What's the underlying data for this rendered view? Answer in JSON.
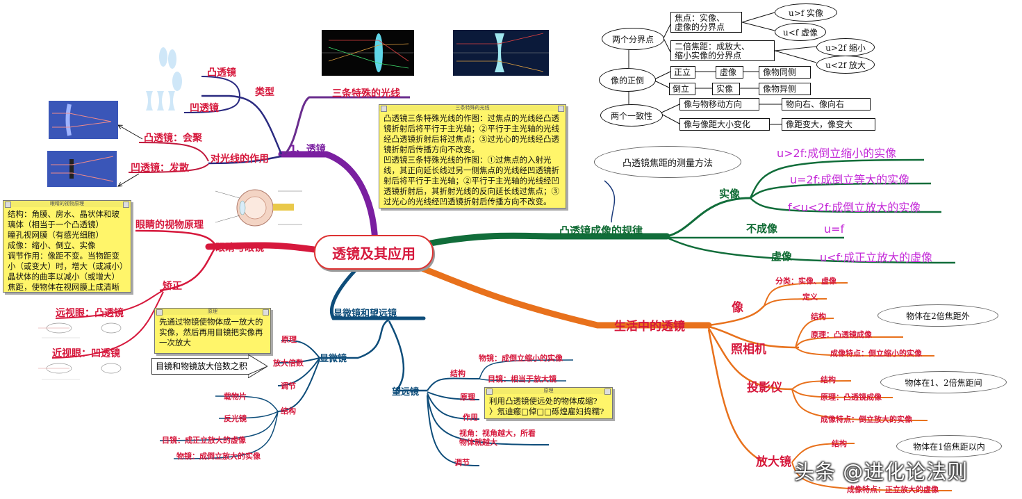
{
  "center": {
    "label": "透镜及其应用"
  },
  "lens_branch": {
    "root": "1、透镜",
    "types": {
      "label": "类型",
      "convex": "凸透镜",
      "concave": "凹透镜"
    },
    "effect": {
      "label": "对光线的作用",
      "convex": "凸透镜：会聚",
      "concave": "凹透镜：发散"
    },
    "three_rays": {
      "label": "三条特殊的光线"
    },
    "note": {
      "title": "三条特殊的光线",
      "text": "凸透镜三条特殊光线的作图：过焦点的光线经凸透镜折射后将平行于主光轴；②平行于主光轴的光线经凸透镜折射后将过焦点；③过光心的光线经凸透镜折射后传播方向不改变。\n凹透镜三条特殊光线的作图：①过焦点的入射光线，其正向延长线过另一侧焦点的光线经凹透镜折射后将平行于主光轴；②平行于主光轴的光线经凹透镜折射后，其折射光线的反向延长线过焦点；③过光心的光线经凹透镜折射后传播方向不改变。"
    }
  },
  "eye_branch": {
    "root": "眼睛与眼镜",
    "principle": "眼睛的视物原理",
    "correct": "矫正",
    "far": "远视眼：凸透镜",
    "near": "近视眼：凹透镜",
    "note": {
      "title": "眼睛的视物原理",
      "text": "结构：角膜、房水、晶状体和玻璃体（相当于一个凸透镜）\n瞳孔视网膜（有感光细胞）\n成像：缩小、倒立、实像\n调节作用：像距不变。当物距变小（或变大）时，增大（或减小）晶状体的曲率以减小（或增大）焦距，使物体在视网膜上成清晰的像\n..."
    }
  },
  "rules_branch": {
    "root": "凸透镜成像的规律",
    "measure": "凸透镜焦距的测量方法",
    "real": {
      "label": "实像",
      "items": [
        "u>2f:成倒立缩小的实像",
        "u=2f:成倒立等大的实像",
        "f<u<2f:成倒立放大的实像"
      ]
    },
    "none": {
      "label": "不成像",
      "item": "u=f"
    },
    "virtual": {
      "label": "虚像",
      "item": "u<f:成正立放大的虚像"
    }
  },
  "summary": {
    "boundary": "两个分界点",
    "focus": "焦点：实像、\n虚像的分界点",
    "focus_a": "u>f 实像",
    "focus_b": "u<f 虚像",
    "double": "二倍焦距：成放大、\n缩小实像的分界点",
    "double_a": "u>2f 缩小",
    "double_b": "u<2f 放大",
    "orientation": "像的正倒",
    "upright": "正立",
    "virtual_img": "虚像",
    "same_side": "像物同侧",
    "inverted": "倒立",
    "real_img": "实像",
    "opposite_side": "像物异侧",
    "consistency": "两个一致性",
    "move_dir": "像与物移动方向",
    "move_res": "物向右、像向右",
    "size_change": "像与像距大小变化",
    "size_res": "像距变大，像变大"
  },
  "life_branch": {
    "root": "生活中的透镜",
    "image": {
      "label": "像",
      "classify": "分类：实像、虚像",
      "define": "定义"
    },
    "camera": {
      "label": "照相机",
      "structure": "结构",
      "principle": "原理：凸透镜成像",
      "feature": "成像特点：倒立缩小的实像",
      "cloud": "物体在2倍焦距外"
    },
    "projector": {
      "label": "投影仪",
      "structure": "结构",
      "principle": "原理：凸透镜成像",
      "feature": "成像特点：倒立放大的实像",
      "cloud": "物体在1、2倍焦距间"
    },
    "magnifier": {
      "label": "放大镜",
      "structure": "结构",
      "feature": "成像特点：正立放大的虚像",
      "cloud": "物体在1倍焦距以内"
    }
  },
  "scope_branch": {
    "root": "显微镜和望远镜",
    "microscope": {
      "label": "显微镜",
      "principle": "原理",
      "magnification": "放大倍数",
      "adjust": "调节",
      "structure": "结构",
      "slide": "载物片",
      "mirror": "反光镜",
      "eyepiece": "目镜：成正立放大的虚像",
      "objective": "物镜：成倒立放大的实像",
      "note_title": "原理",
      "note": "先通过物镜使物体成一放大的实像，然后再用目镜把实像再一次放大",
      "arrow_text": "目镜和物镜放大倍数之积"
    },
    "telescope": {
      "label": "望远镜",
      "structure": "结构",
      "objective": "物镜：成倒立缩小的实像",
      "eyepiece": "目镜：相当于放大镜",
      "principle": "原理",
      "function": "作用",
      "angle": "视角：视角越大，所看\n物体就越大",
      "adjust": "调节",
      "note_title": "原理",
      "note": "利用凸透镜使远处的物体成缩?\n〉氖迪瘢□倬□□砾煌雇妇捣糯?"
    }
  },
  "watermark": "头条 @进化论法则",
  "colors": {
    "red": "#d6183c",
    "purple": "#7a1fa0",
    "green": "#106b34",
    "orange": "#e8711c",
    "teal": "#0e4d7a",
    "magenta": "#c42ad8"
  }
}
